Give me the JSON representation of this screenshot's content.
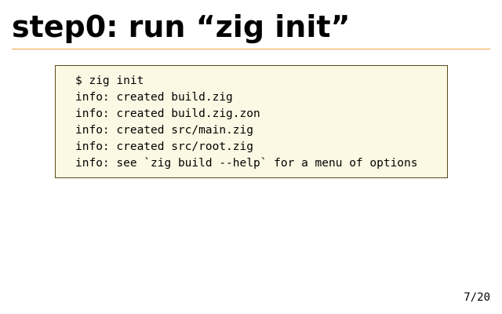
{
  "slide": {
    "title": "step0: run “zig init”",
    "terminal_lines": [
      "$ zig init",
      "info: created build.zig",
      "info: created build.zig.zon",
      "info: created src/main.zig",
      "info: created src/root.zig",
      "info: see `zig build --help` for a menu of options"
    ],
    "page_number": "7/20"
  },
  "colors": {
    "title_rule": "#e8a33d",
    "code_background": "#fbf8e3",
    "code_border": "#5a4a1e"
  }
}
